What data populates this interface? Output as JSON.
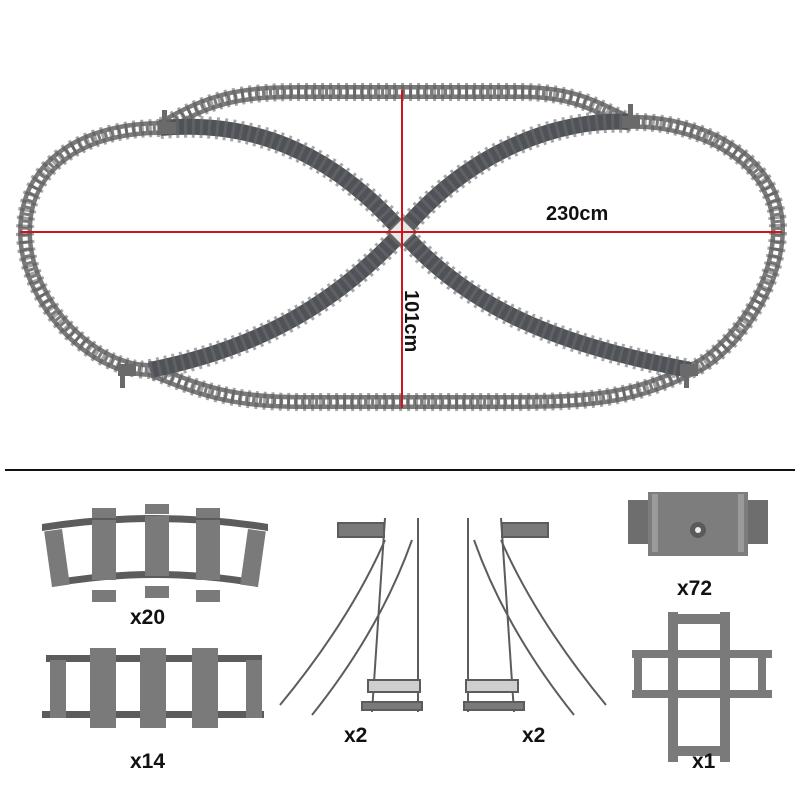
{
  "layout_diagram": {
    "width_label": "230cm",
    "height_label": "101cm",
    "dimension_line_color": "#d0141b",
    "track_color": "#6e6e6e",
    "track_dark_color": "#4f5256"
  },
  "parts": [
    {
      "id": "curved-rail",
      "name": "Curved rail",
      "quantity": "x20"
    },
    {
      "id": "straight-rail",
      "name": "Straight rail",
      "quantity": "x14"
    },
    {
      "id": "left-switch",
      "name": "Left switch",
      "quantity": "x2"
    },
    {
      "id": "right-switch",
      "name": "Right switch",
      "quantity": "x2"
    },
    {
      "id": "flexible-rail",
      "name": "Flexible rail",
      "quantity": "x72"
    },
    {
      "id": "crossing",
      "name": "Crossing",
      "quantity": "x1"
    }
  ],
  "colors": {
    "background": "#ffffff",
    "divider": "#111111",
    "part_gray": "#7a7a7a",
    "part_dark": "#555555"
  }
}
